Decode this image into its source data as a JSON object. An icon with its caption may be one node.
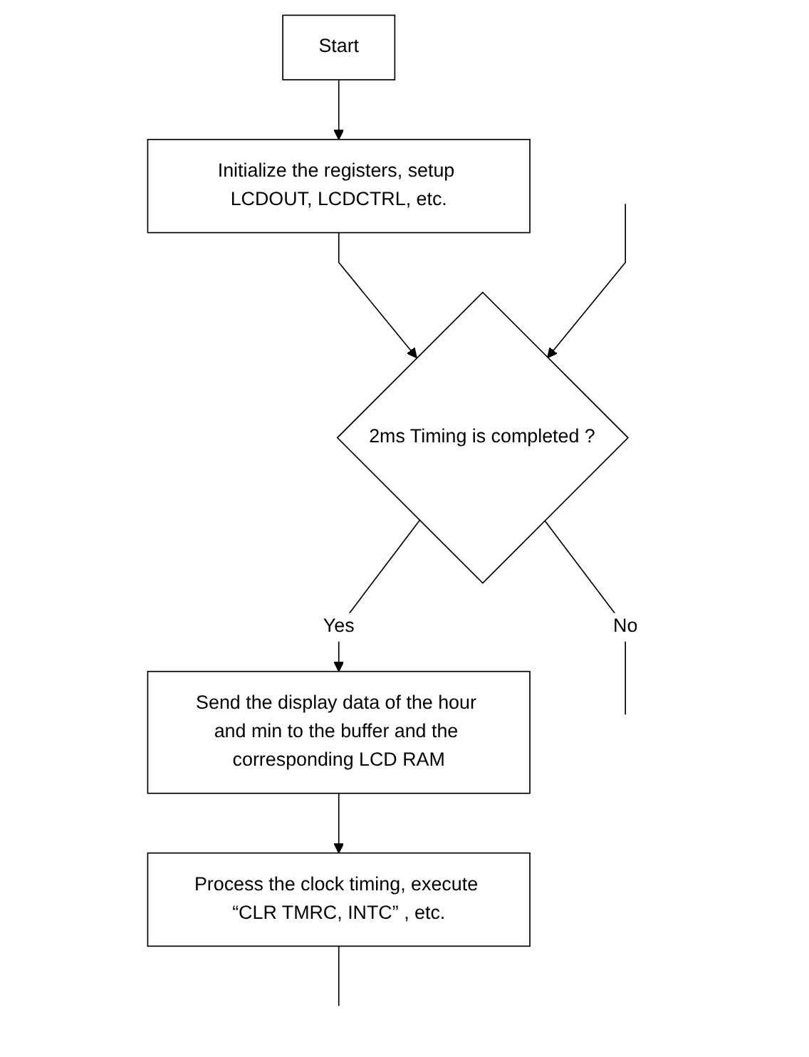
{
  "diagram": {
    "nodes": [
      {
        "text": [
          "Start"
        ]
      },
      {
        "text": [
          "Initialize the registers, setup LCDOUT, LCDCTRL, etc."
        ]
      },
      {
        "text": [
          "2ms Timing is completed ?"
        ]
      },
      {
        "text": [
          "Send the display data of the hour and min to the buffer and the corresponding LCD RAM"
        ]
      },
      {
        "text": [
          "Process the clock timing, execute “CLR TMRC, INTC” , etc."
        ]
      }
    ],
    "edges": [
      {
        "from": 0,
        "to": 1,
        "arrow": "to"
      },
      {
        "from": 1,
        "to": 2,
        "arrow": "to"
      },
      {
        "from": 2,
        "to": 3,
        "label": "Yes",
        "arrow": "to"
      },
      {
        "from": 3,
        "to": 4,
        "arrow": "to"
      },
      {
        "from": 4,
        "to": null,
        "arrow": "none"
      },
      {
        "from": 2,
        "to": null,
        "label": "No",
        "arrow": "none"
      },
      {
        "from": null,
        "to": 2,
        "arrow": "to"
      }
    ]
  }
}
